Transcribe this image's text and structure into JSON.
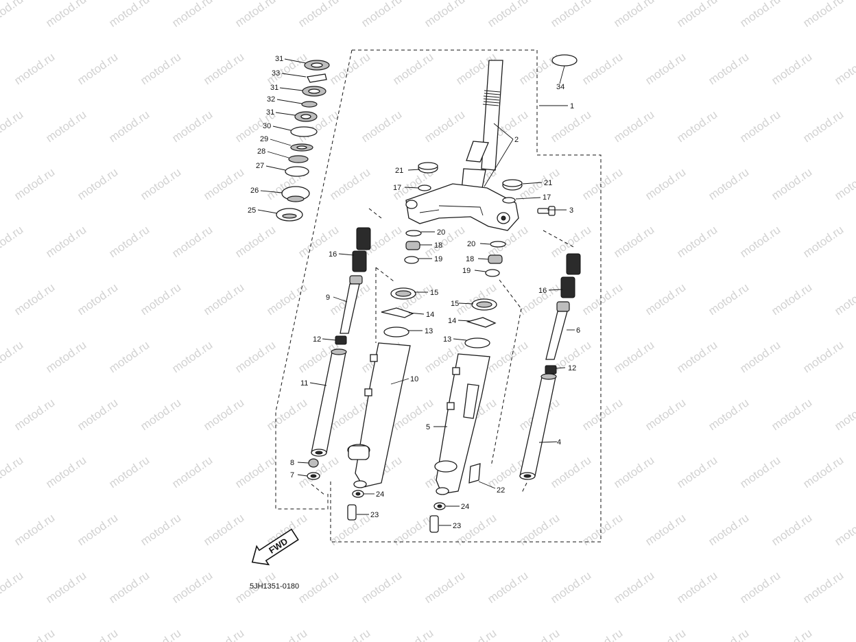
{
  "watermark": {
    "text": "motod.ru"
  },
  "diagram_code": "5JH1351-0180",
  "direction_badge": "FWD",
  "labels": {
    "p1": "1",
    "p2": "2",
    "p3": "3",
    "p4": "4",
    "p5": "5",
    "p6": "6",
    "p7": "7",
    "p8": "8",
    "p9": "9",
    "p10": "10",
    "p11": "11",
    "p12a": "12",
    "p12b": "12",
    "p13a": "13",
    "p13b": "13",
    "p14a": "14",
    "p14b": "14",
    "p15a": "15",
    "p15b": "15",
    "p16a": "16",
    "p16b": "16",
    "p17a": "17",
    "p17b": "17",
    "p18a": "18",
    "p18b": "18",
    "p19a": "19",
    "p19b": "19",
    "p20a": "20",
    "p20b": "20",
    "p21a": "21",
    "p21b": "21",
    "p22": "22",
    "p23a": "23",
    "p23b": "23",
    "p24a": "24",
    "p24b": "24",
    "p25": "25",
    "p26": "26",
    "p27": "27",
    "p28": "28",
    "p29": "29",
    "p30": "30",
    "p31a": "31",
    "p31b": "31",
    "p31c": "31",
    "p32": "32",
    "p33": "33",
    "p34": "34"
  }
}
